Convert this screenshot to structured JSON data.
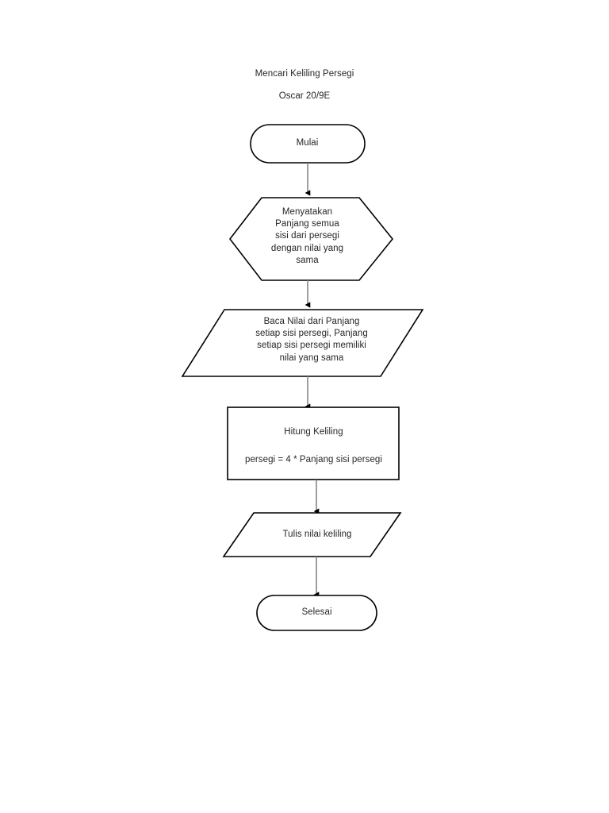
{
  "document": {
    "title": "Mencari Keliling Persegi",
    "subtitle": "Oscar 20/9E",
    "background_color": "#ffffff",
    "text_color": "#262626",
    "shape_stroke_color": "#000000",
    "connector_color": "#7f7f7f",
    "arrowhead_color": "#000000"
  },
  "chart_data": {
    "type": "diagram",
    "diagram_kind": "flowchart",
    "title": "Mencari Keliling Persegi",
    "subtitle": "Oscar 20/9E",
    "orientation": "top-to-bottom",
    "nodes": [
      {
        "id": "start",
        "shape": "terminator",
        "label": "Mulai",
        "lines": [
          "Mulai"
        ]
      },
      {
        "id": "declare",
        "shape": "hexagon",
        "label": "Menyatakan Panjang semua sisi dari persegi dengan nilai yang sama",
        "lines": [
          "Menyatakan",
          "Panjang semua",
          "sisi dari persegi",
          "dengan nilai yang",
          "sama"
        ]
      },
      {
        "id": "input",
        "shape": "parallelogram",
        "label": "Baca Nilai dari Panjang setiap sisi persegi, Panjang setiap sisi persegi memiliki nilai yang sama",
        "lines": [
          "Baca Nilai dari Panjang",
          "setiap sisi persegi, Panjang",
          "setiap sisi persegi memiliki",
          "nilai yang sama"
        ]
      },
      {
        "id": "process",
        "shape": "rectangle",
        "label": "Hitung Keliling persegi = 4 * Panjang sisi persegi",
        "lines": [
          "Hitung Keliling",
          "persegi = 4 * Panjang sisi persegi"
        ]
      },
      {
        "id": "output",
        "shape": "parallelogram",
        "label": "Tulis nilai keliling",
        "lines": [
          "Tulis nilai keliling"
        ]
      },
      {
        "id": "end",
        "shape": "terminator",
        "label": "Selesai",
        "lines": [
          "Selesai"
        ]
      }
    ],
    "edges": [
      {
        "from": "start",
        "to": "declare",
        "label": ""
      },
      {
        "from": "declare",
        "to": "input",
        "label": ""
      },
      {
        "from": "input",
        "to": "process",
        "label": ""
      },
      {
        "from": "process",
        "to": "output",
        "label": ""
      },
      {
        "from": "output",
        "to": "end",
        "label": ""
      }
    ]
  }
}
